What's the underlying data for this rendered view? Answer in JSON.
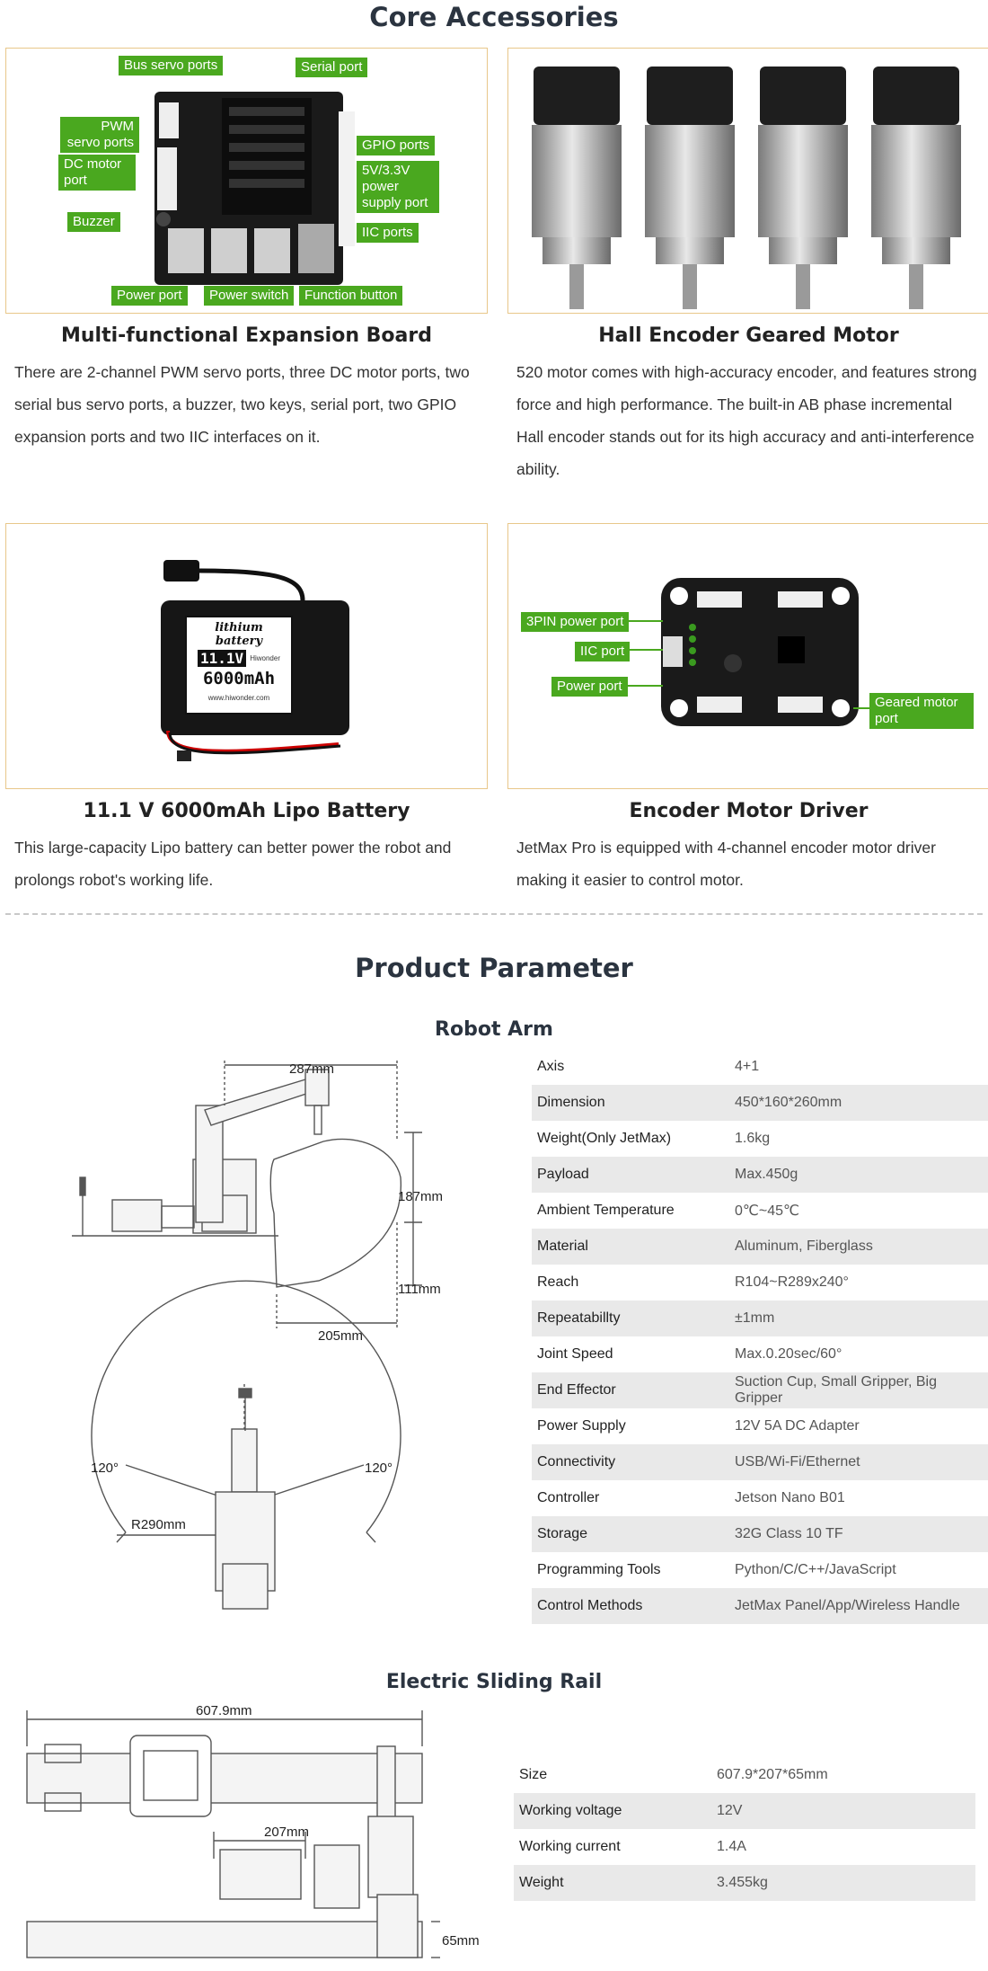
{
  "core": {
    "title": "Core Accessories",
    "cards": [
      {
        "title": "Multi-functional Expansion Board",
        "desc": "There are 2-channel PWM servo ports, three DC motor ports, two serial bus servo ports, a buzzer, two keys, serial port, two GPIO expansion ports and two IIC interfaces on it.",
        "labels": {
          "bus_servo": "Bus servo ports",
          "serial": "Serial port",
          "pwm": "PWM servo ports",
          "dc": "DC motor port",
          "gpio": "GPIO ports",
          "supply": "5V/3.3V power supply port",
          "buzzer": "Buzzer",
          "iic": "IIC ports",
          "power_port": "Power port",
          "power_switch": "Power switch",
          "function_button": "Function button"
        }
      },
      {
        "title": "Hall Encoder Geared Motor",
        "desc": "520 motor comes with high-accuracy encoder, and features strong force and high performance. The built-in AB phase incremental Hall encoder stands out for its high accuracy and anti-interference ability."
      },
      {
        "title": "11.1 V 6000mAh Lipo Battery",
        "desc": "This large-capacity Lipo battery can better power the robot and prolongs robot's working life.",
        "labels": {
          "type": "lithium battery",
          "voltage": "11.1V",
          "brand": "Hiwonder",
          "capacity": "6000mAh",
          "site": "www.hiwonder.com"
        }
      },
      {
        "title": "Encoder Motor Driver",
        "desc": "JetMax Pro is equipped with 4-channel encoder motor driver making it easier to control motor.",
        "labels": {
          "pin3": "3PIN power port",
          "iic": "IIC port",
          "power": "Power port",
          "geared": "Geared motor port"
        }
      }
    ]
  },
  "params": {
    "title": "Product Parameter",
    "arm": {
      "title": "Robot Arm",
      "dims": {
        "d287": "287mm",
        "d187": "187mm",
        "d111": "111mm",
        "d205": "205mm",
        "a120l": "120°",
        "a120r": "120°",
        "r290": "R290mm"
      },
      "rows": [
        {
          "k": "Axis",
          "v": "4+1"
        },
        {
          "k": "Dimension",
          "v": "450*160*260mm"
        },
        {
          "k": "Weight(Only JetMax)",
          "v": "1.6kg"
        },
        {
          "k": "Payload",
          "v": "Max.450g"
        },
        {
          "k": "Ambient Temperature",
          "v": "0℃~45℃"
        },
        {
          "k": "Material",
          "v": "Aluminum, Fiberglass"
        },
        {
          "k": "Reach",
          "v": "R104~R289x240°"
        },
        {
          "k": "Repeatabillty",
          "v": "±1mm"
        },
        {
          "k": "Joint Speed",
          "v": "Max.0.20sec/60°"
        },
        {
          "k": "End Effector",
          "v": "Suction Cup, Small Gripper, Big Gripper"
        },
        {
          "k": "Power Supply",
          "v": "12V 5A DC Adapter"
        },
        {
          "k": "Connectivity",
          "v": "USB/Wi-Fi/Ethernet"
        },
        {
          "k": "Controller",
          "v": "Jetson Nano B01"
        },
        {
          "k": "Storage",
          "v": "32G Class 10 TF"
        },
        {
          "k": "Programming Tools",
          "v": "Python/C/C++/JavaScript"
        },
        {
          "k": "Control Methods",
          "v": "JetMax Panel/App/Wireless Handle"
        }
      ]
    },
    "rail": {
      "title": "Electric Sliding Rail",
      "dims": {
        "d607": "607.9mm",
        "d207": "207mm",
        "d65": "65mm"
      },
      "rows": [
        {
          "k": "Size",
          "v": "607.9*207*65mm"
        },
        {
          "k": "Working voltage",
          "v": "12V"
        },
        {
          "k": "Working current",
          "v": "1.4A"
        },
        {
          "k": "Weight",
          "v": "3.455kg"
        }
      ]
    }
  },
  "colors": {
    "accent_green": "#4aa81f",
    "card_border": "#e8c78a",
    "heading": "#2b3440",
    "row_alt": "#e9e9e9"
  }
}
